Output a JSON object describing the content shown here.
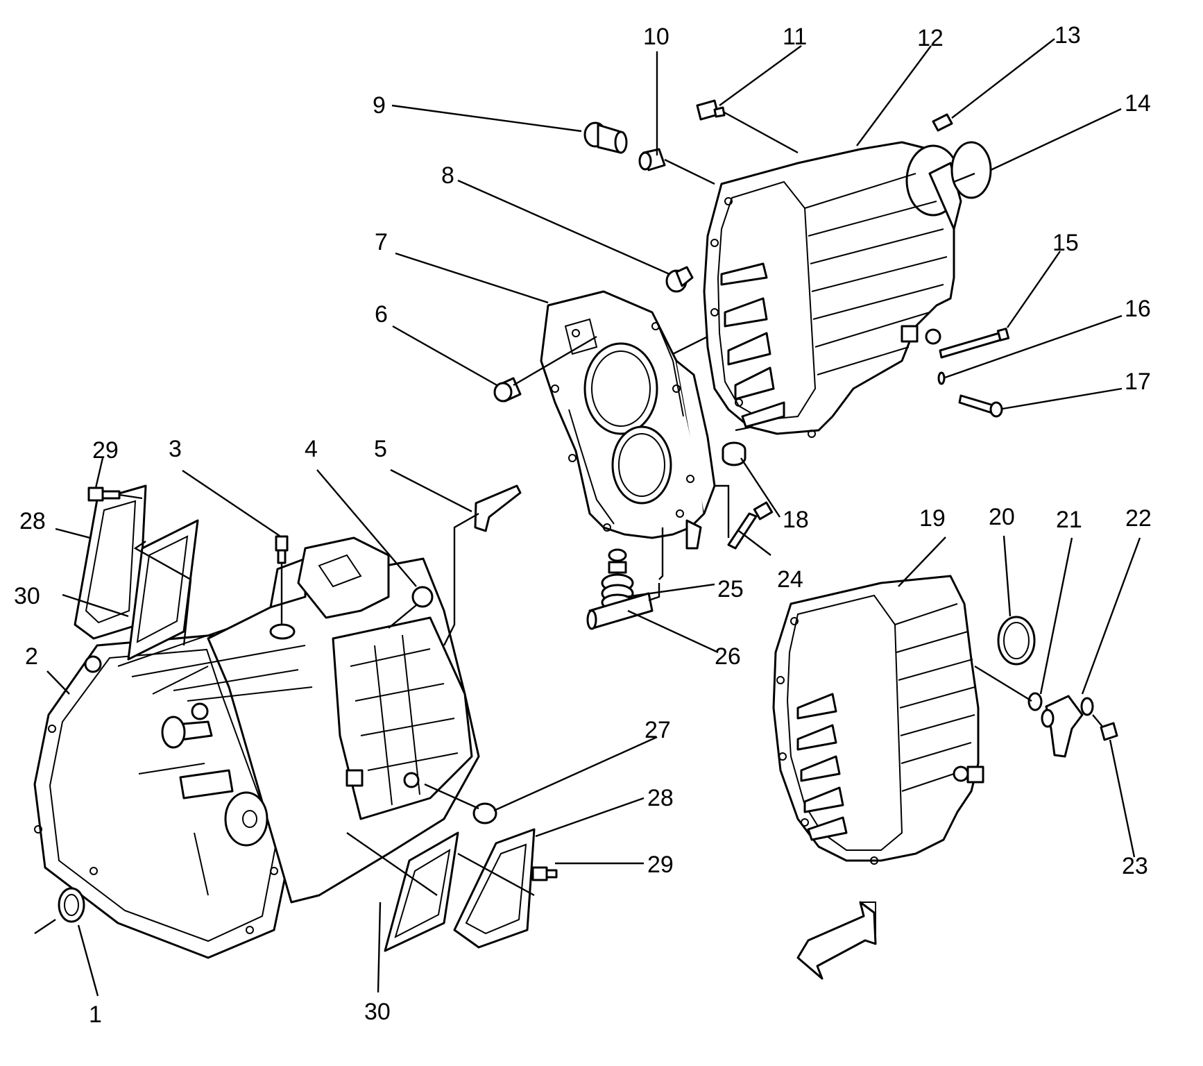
{
  "callouts": {
    "c1": "1",
    "c2": "2",
    "c3": "3",
    "c4": "4",
    "c5": "5",
    "c6": "6",
    "c7": "7",
    "c8": "8",
    "c9": "9",
    "c10": "10",
    "c11": "11",
    "c12": "12",
    "c13": "13",
    "c14": "14",
    "c15": "15",
    "c16": "16",
    "c17": "17",
    "c18": "18",
    "c19": "19",
    "c20": "20",
    "c21": "21",
    "c22": "22",
    "c23": "23",
    "c24": "24",
    "c25": "25",
    "c26": "26",
    "c27": "27",
    "c28a": "28",
    "c28b": "28",
    "c29a": "29",
    "c29b": "29",
    "c30a": "30",
    "c30b": "30"
  },
  "icons": {
    "direction_arrow": "front-direction-arrow-icon"
  }
}
